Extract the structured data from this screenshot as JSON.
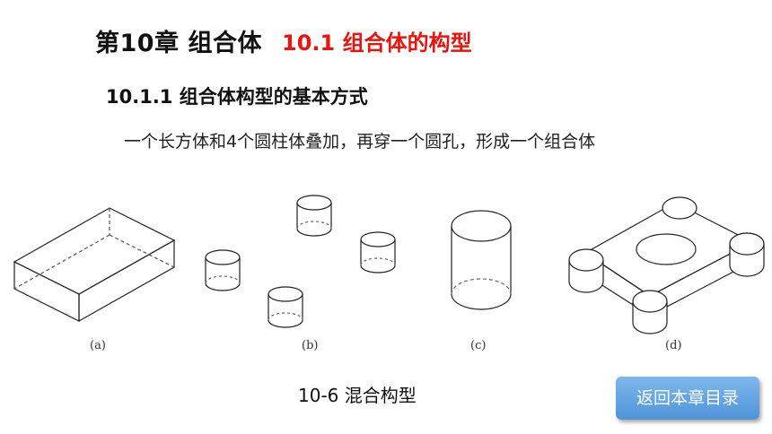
{
  "header": {
    "chapter_title": "第10章 组合体",
    "section_title": "10.1  组合体的构型"
  },
  "subsection_title": "10.1.1  组合体构型的基本方式",
  "description": "一个长方体和4个圆柱体叠加，再穿一个圆孔，形成一个组合体",
  "figure": {
    "labels": [
      "(a)",
      "(b)",
      "(c)",
      "(d)"
    ],
    "caption": "10-6 混合构型"
  },
  "nav": {
    "back_button_label": "返回本章目录"
  }
}
